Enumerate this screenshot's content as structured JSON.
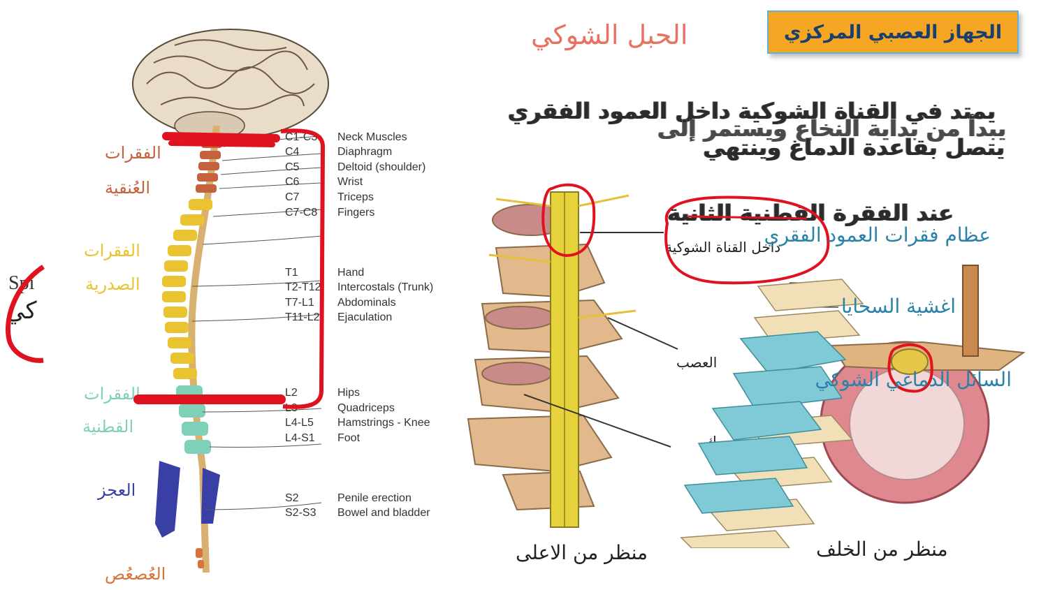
{
  "title": "الجهاز العصبي المركزي",
  "subtitle": "الحبل الشوكي",
  "overlapping_text": {
    "line1": "يمتد في القناة الشوكية داخل العمود الفقري",
    "line2": "يبدأ من بداية النخاع ويستمر إلى",
    "line3": "يتصل بقاعدة الدماغ وينتهي",
    "line4": "عند الفقرة القطنية الثانية"
  },
  "blue_labels": {
    "vertebra_bones": "عظام فقرات العمود الفقري",
    "meninges": "اغشية السحايا",
    "csf": "السائل الدماغي الشوكي"
  },
  "region_labels": {
    "cervical_1": "الفقرات",
    "cervical_2": "العُنقية",
    "thoracic_1": "الفقرات",
    "thoracic_2": "الصدرية",
    "lumbar_1": "الفقرات",
    "lumbar_2": "القطنية",
    "sacrum": "العجز",
    "coccyx": "العُصعُص"
  },
  "region_colors": {
    "cervical": "#c4623d",
    "thoracic": "#e9c330",
    "lumbar": "#7fd0b8",
    "sacrum": "#3a3fa6",
    "coccyx": "#d8743a"
  },
  "nerve_levels": [
    {
      "level": "C1-C3",
      "function": "Neck Muscles"
    },
    {
      "level": "C4",
      "function": "Diaphragm"
    },
    {
      "level": "C5",
      "function": "Deltoid (shoulder)"
    },
    {
      "level": "C6",
      "function": "Wrist"
    },
    {
      "level": "C7",
      "function": "Triceps"
    },
    {
      "level": "C7-C8",
      "function": "Fingers"
    },
    {
      "level": "T1",
      "function": "Hand"
    },
    {
      "level": "T2-T12",
      "function": "Intercostals (Trunk)"
    },
    {
      "level": "T7-L1",
      "function": "Abdominals"
    },
    {
      "level": "T11-L2",
      "function": "Ejaculation"
    },
    {
      "level": "L2",
      "function": "Hips"
    },
    {
      "level": "L3",
      "function": "Quadriceps"
    },
    {
      "level": "L4-L5",
      "function": "Hamstrings - Knee"
    },
    {
      "level": "L4-S1",
      "function": "Foot"
    },
    {
      "level": "S2",
      "function": "Penile erection"
    },
    {
      "level": "S2-S3",
      "function": "Bowel and bladder"
    }
  ],
  "partial_left_text": {
    "top": "Spi",
    "arabic": "كي"
  },
  "callouts": {
    "canal": "داخل القناة الشوكية",
    "nerve": "العصب",
    "disc": "سك"
  },
  "captions": {
    "top_view": "منظر من الاعلى",
    "back_view": "منظر من الخلف"
  }
}
